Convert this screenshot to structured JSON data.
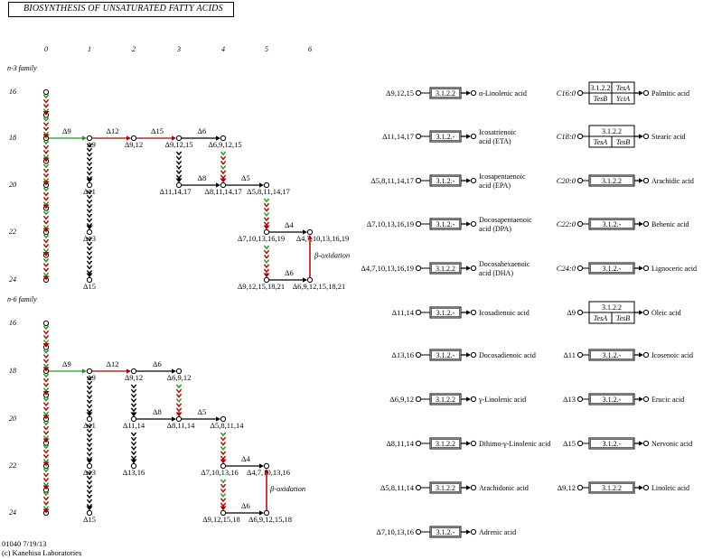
{
  "title": "BIOSYNTHESIS OF UNSATURATED FATTY ACIDS",
  "footer": {
    "line1": "01040 7/19/13",
    "line2": "(c) Kanehisa Laboratories"
  },
  "colors": {
    "desaturase": "#b00000",
    "elongase_first": "#1a9a1a",
    "elongase": "#000000"
  },
  "columns": [
    "0",
    "1",
    "2",
    "3",
    "4",
    "5",
    "6"
  ],
  "families": {
    "n3": {
      "label": "n-3 family",
      "rows": [
        "16",
        "18",
        "20",
        "22",
        "24"
      ],
      "steps": [
        "Δ9",
        "Δ12",
        "Δ15",
        "Δ6",
        "Δ8",
        "Δ5",
        "Δ4",
        "Δ6"
      ],
      "compounds": [
        "Δ9",
        "Δ11",
        "Δ13",
        "Δ15",
        "Δ9,12",
        "Δ9,12,15",
        "Δ6,9,12,15",
        "Δ11,14,17",
        "Δ8,11,14,17",
        "Δ5,8,11,14,17",
        "Δ7,10,13,16,19",
        "Δ4,7,10,13,16,19",
        "Δ9,12,15,18,21",
        "Δ6,9,12,15,18,21"
      ],
      "beta_ox": "β-oxidation"
    },
    "n6": {
      "label": "n-6 family",
      "rows": [
        "16",
        "18",
        "20",
        "22",
        "24"
      ],
      "steps": [
        "Δ9",
        "Δ12",
        "Δ6",
        "Δ8",
        "Δ5",
        "Δ4",
        "Δ6"
      ],
      "compounds": [
        "Δ9",
        "Δ11",
        "Δ13",
        "Δ15",
        "Δ9,12",
        "Δ6,9,12",
        "Δ11,14",
        "Δ8,11,14",
        "Δ5,8,11,14",
        "Δ13,16",
        "Δ7,10,13,16",
        "Δ4,7,10,13,16",
        "Δ9,12,15,18",
        "Δ6,9,12,15,18"
      ],
      "beta_ox": "β-oxidation"
    }
  },
  "hydrolysis_mid": [
    {
      "precursor": "Δ9,12,15",
      "enzyme": "3.1.2.2",
      "product": [
        "α-Linolenic acid"
      ]
    },
    {
      "precursor": "Δ11,14,17",
      "enzyme": "3.1.2.-",
      "product": [
        "Icosatrienoic",
        "acid (ETA)"
      ]
    },
    {
      "precursor": "Δ5,8,11,14,17",
      "enzyme": "3.1.2.-",
      "product": [
        "Icosapentaenoic",
        "acid (EPA)"
      ]
    },
    {
      "precursor": "Δ7,10,13,16,19",
      "enzyme": "3.1.2.-",
      "product": [
        "Docosapentaenoic",
        "acid (DPA)"
      ]
    },
    {
      "precursor": "Δ4,7,10,13,16,19",
      "enzyme": "3.1.2.2",
      "product": [
        "Docosahexaenoic",
        "acid (DHA)"
      ]
    },
    {
      "precursor": "Δ11,14",
      "enzyme": "3.1.2.-",
      "product": [
        "Icosadienoic acid"
      ]
    },
    {
      "precursor": "Δ13,16",
      "enzyme": "3.1.2.-",
      "product": [
        "Docosadienoic acid"
      ]
    },
    {
      "precursor": "Δ6,9,12",
      "enzyme": "3.1.2.2",
      "product": [
        "γ-Linolenic acid"
      ]
    },
    {
      "precursor": "Δ8,11,14",
      "enzyme": "3.1.2.2",
      "product": [
        "Dihimo-γ-Linolenic acid"
      ]
    },
    {
      "precursor": "Δ5,8,11,14",
      "enzyme": "3.1.2.2",
      "product": [
        "Arachidonic acid"
      ]
    },
    {
      "precursor": "Δ7,10,13,16",
      "enzyme": "3.1.2.-",
      "product": [
        "Adrenic acid"
      ]
    }
  ],
  "hydrolysis_right": [
    {
      "precursor": "C16:0",
      "enzymes": [
        "3.1.2.2",
        "TesA",
        "TesB",
        "YciA"
      ],
      "product": "Palmitic acid"
    },
    {
      "precursor": "C18:0",
      "enzymes": [
        "3.1.2.2",
        "TesA",
        "TesB"
      ],
      "product": "Stearic acid"
    },
    {
      "precursor": "C20:0",
      "enzymes": [
        "3.1.2.2"
      ],
      "product": "Arachidic acid"
    },
    {
      "precursor": "C22:0",
      "enzymes": [
        "3.1.2.-"
      ],
      "product": "Behenic acid"
    },
    {
      "precursor": "C24:0",
      "enzymes": [
        "3.1.2.-"
      ],
      "product": "Lignoceric acid"
    },
    {
      "precursor": "Δ9",
      "enzymes": [
        "3.1.2.2",
        "TesA",
        "TesB"
      ],
      "product": "Oleic acid"
    },
    {
      "precursor": "Δ11",
      "enzymes": [
        "3.1.2.-"
      ],
      "product": "Icosenoic acid"
    },
    {
      "precursor": "Δ13",
      "enzymes": [
        "3.1.2.-"
      ],
      "product": "Erucic acid"
    },
    {
      "precursor": "Δ15",
      "enzymes": [
        "3.1.2.-"
      ],
      "product": "Nervonic acid"
    },
    {
      "precursor": "Δ9,12",
      "enzymes": [
        "3.1.2.2"
      ],
      "product": "Linoleic acid"
    }
  ]
}
